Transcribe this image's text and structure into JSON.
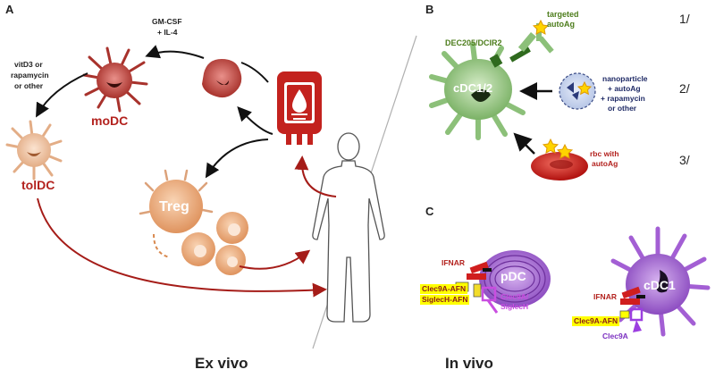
{
  "panels": {
    "a": "A",
    "b": "B",
    "c": "C"
  },
  "panel_a": {
    "gm_csf": "GM-CSF",
    "il4": "+ IL-4",
    "vitd3_lines": [
      "vitD3 or",
      "rapamycin",
      "or other"
    ],
    "modc": "moDC",
    "toldc": "tolDC",
    "treg": "Treg"
  },
  "panel_b": {
    "receptor": "DEC205/DCIR2",
    "cell": "cDC1/2",
    "targeted_lines": [
      "targeted",
      "autoAg"
    ],
    "nano_lines": [
      "nanoparticle",
      "+ autoAg",
      "+ rapamycin",
      "or other"
    ],
    "rbc_lines": [
      "rbc with",
      "autoAg"
    ],
    "n1": "1/",
    "n2": "2/",
    "n3": "3/"
  },
  "panel_c": {
    "pdc": "pDC",
    "ifnar_left": "IFNAR",
    "tag_left_lines": [
      "Clec9A-AFN",
      "SiglecH-AFN"
    ],
    "clec_left_lines": [
      "Clec9A/",
      "SiglecH"
    ],
    "cdc1": "cDC1",
    "ifnar_right": "IFNAR",
    "tag_right": "Clec9A-AFN",
    "clec_right": "Clec9A"
  },
  "footer": {
    "ex_vivo": "Ex vivo",
    "in_vivo": "In vivo"
  },
  "colors": {
    "dc_red": "#b3221e",
    "toldc_orange": "#e6b48e",
    "treg_orange": "#e5a06d",
    "cdc_green": "#8cc079",
    "pdc_purple": "#9b5fc9",
    "highlight_yellow": "#ffff00"
  }
}
